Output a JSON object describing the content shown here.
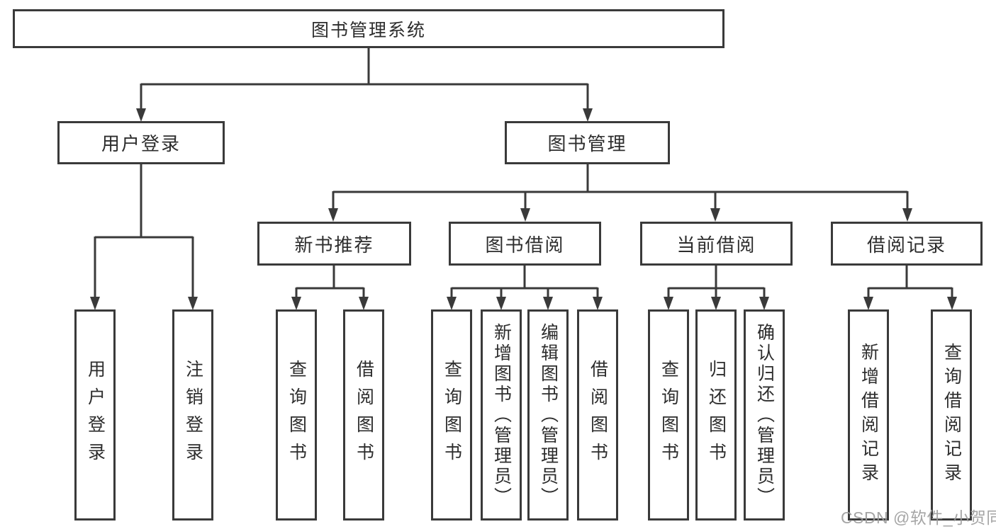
{
  "diagram": {
    "nodes": {
      "root": "图书管理系统",
      "user_login": "用户登录",
      "book_mgmt": "图书管理",
      "new_book": "新书推荐",
      "book_borrow": "图书借阅",
      "current_borrow": "当前借阅",
      "borrow_record": "借阅记录",
      "leaf_user_login": "用户登录",
      "leaf_logout": "注销登录",
      "leaf_nb_query": "查询图书",
      "leaf_nb_borrow": "借阅图书",
      "leaf_bb_query": "查询图书",
      "leaf_bb_add": "新增图书（管理员）",
      "leaf_bb_edit": "编辑图书（管理员）",
      "leaf_bb_borrow": "借阅图书",
      "leaf_cb_query": "查询图书",
      "leaf_cb_return": "归还图书",
      "leaf_cb_confirm": "确认归还（管理员）",
      "leaf_br_add": "新增借阅记录",
      "leaf_br_query": "查询借阅记录"
    },
    "colors": {
      "line": "#3a3a3a",
      "text": "#2d2d2d",
      "watermark": "#9c9c9c",
      "background": "#ffffff"
    }
  },
  "watermark": {
    "text": "CSDN @软件_小贺同学"
  }
}
